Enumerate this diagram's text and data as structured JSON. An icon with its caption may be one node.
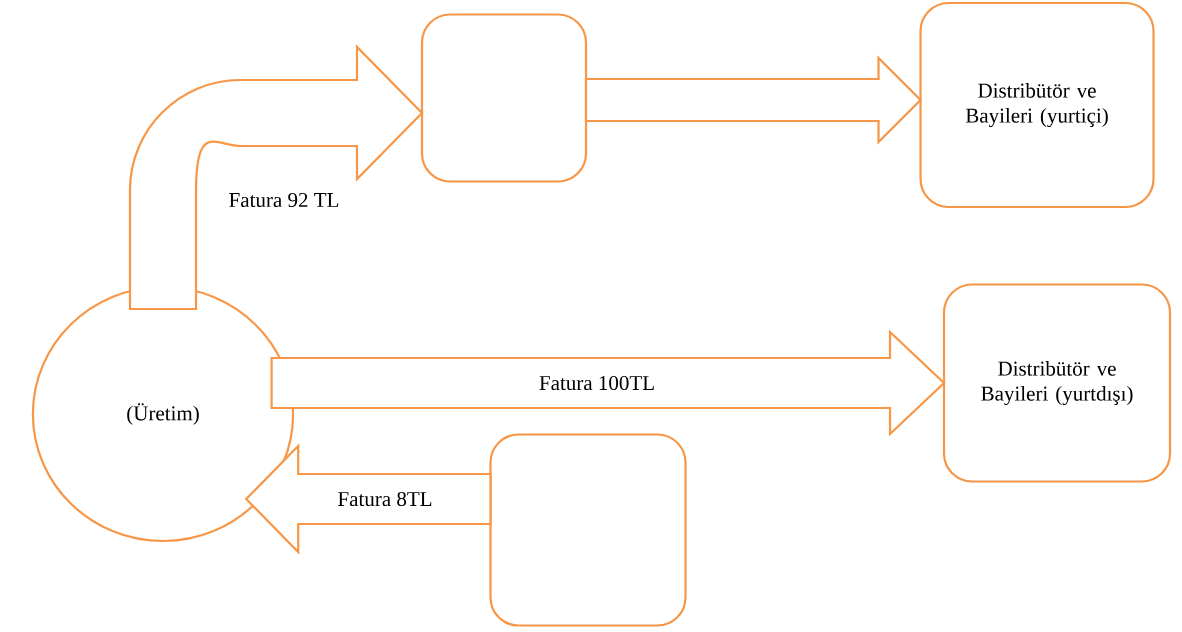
{
  "diagram": {
    "nodes": [
      {
        "text": [
          "(Üretim)"
        ]
      },
      {
        "text": [],
        "shape": "box"
      },
      {
        "text": [
          "Distribütör ve Bayileri (yurtiçi)"
        ]
      },
      {
        "text": [
          "Distribütör ve Bayileri (yurtdışı)"
        ]
      },
      {
        "text": [],
        "shape": "box"
      }
    ],
    "edges": [
      {
        "from": 0,
        "to": 1,
        "arrow": "to",
        "label": "Fatura 92 TL"
      },
      {
        "from": 1,
        "to": 2,
        "arrow": "to"
      },
      {
        "from": 0,
        "to": 3,
        "arrow": "to",
        "label": "Fatura 100TL"
      },
      {
        "from": 4,
        "to": 0,
        "arrow": "to",
        "label": "Fatura 8TL"
      }
    ]
  }
}
